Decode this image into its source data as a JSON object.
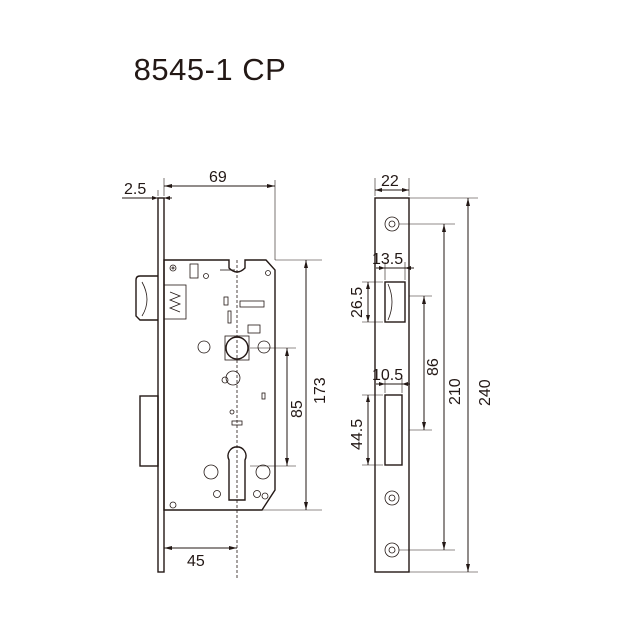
{
  "title": "8545-1 CP",
  "dimensions": {
    "front_plate_thickness": "2.5",
    "backset_width": "69",
    "case_height": "173",
    "handle_to_cylinder": "85",
    "cylinder_backset": "45",
    "faceplate_width": "22",
    "latch_width": "13.5",
    "latch_height": "26.5",
    "bolt_width": "10.5",
    "bolt_height": "44.5",
    "latch_to_bolt": "86",
    "screw_spacing": "210",
    "faceplate_length": "240"
  },
  "colors": {
    "ink": "#231815",
    "background": "#ffffff"
  }
}
